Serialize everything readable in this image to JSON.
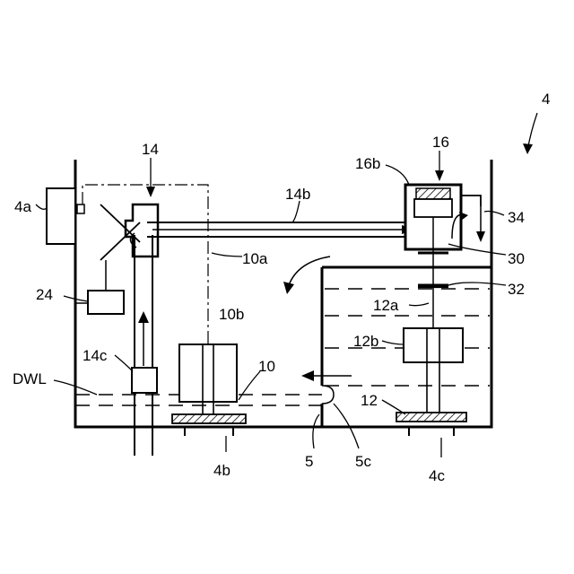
{
  "labels": {
    "l4": "4",
    "l4a": "4a",
    "l4b": "4b",
    "l4c": "4c",
    "l5": "5",
    "l5c": "5c",
    "l10": "10",
    "l10a": "10a",
    "l10b": "10b",
    "l12": "12",
    "l12a": "12a",
    "l12b": "12b",
    "l14": "14",
    "l14b": "14b",
    "l14c": "14c",
    "l16": "16",
    "l16b": "16b",
    "l24": "24",
    "l30": "30",
    "l32": "32",
    "l34": "34",
    "dwl": "DWL"
  }
}
